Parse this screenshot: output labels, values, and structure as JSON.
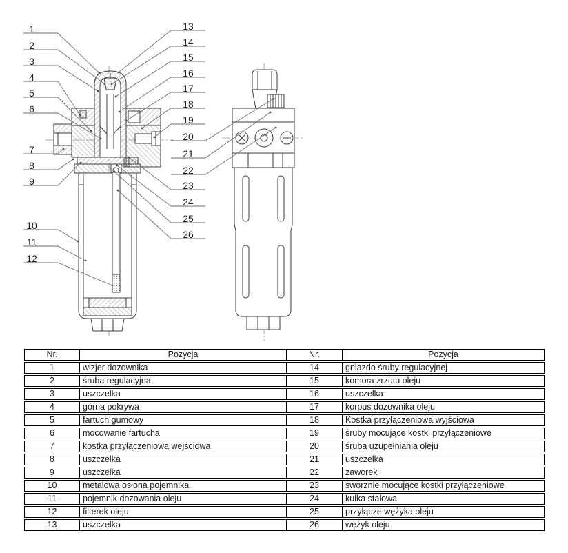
{
  "diagram": {
    "callouts": [
      "1",
      "2",
      "3",
      "4",
      "5",
      "6",
      "7",
      "8",
      "9",
      "10",
      "11",
      "12",
      "13",
      "14",
      "15",
      "16",
      "17",
      "18",
      "19",
      "20",
      "21",
      "22",
      "23",
      "24",
      "25",
      "26"
    ]
  },
  "parts_table": {
    "header_nr": "Nr.",
    "header_pozycja": "Pozycja",
    "rows": [
      {
        "nr_left": "1",
        "label_left": "wizjer dozownika",
        "nr_right": "14",
        "label_right": "gniazdo śruby regulacyjnej"
      },
      {
        "nr_left": "2",
        "label_left": "śruba regulacyjna",
        "nr_right": "15",
        "label_right": "komora zrzutu oleju"
      },
      {
        "nr_left": "3",
        "label_left": "uszczelka",
        "nr_right": "16",
        "label_right": "uszczelka"
      },
      {
        "nr_left": "4",
        "label_left": "górna pokrywa",
        "nr_right": "17",
        "label_right": "korpus dozownika oleju"
      },
      {
        "nr_left": "5",
        "label_left": "fartuch gumowy",
        "nr_right": "18",
        "label_right": "Kostka przyłączeniowa wyjściowa"
      },
      {
        "nr_left": "6",
        "label_left": "mocowanie fartucha",
        "nr_right": "19",
        "label_right": "śruby mocujące kostki przyłączeniowe"
      },
      {
        "nr_left": "7",
        "label_left": "kostka przyłączeniowa wejściowa",
        "nr_right": "20",
        "label_right": "śruba uzupełniania oleju"
      },
      {
        "nr_left": "8",
        "label_left": "uszczelka",
        "nr_right": "21",
        "label_right": "uszczelka"
      },
      {
        "nr_left": "9",
        "label_left": "uszczelka",
        "nr_right": "22",
        "label_right": "zaworek"
      },
      {
        "nr_left": "10",
        "label_left": "metalowa osłona pojemnika",
        "nr_right": "23",
        "label_right": "sworznie mocujące kostki przyłączeniowe"
      },
      {
        "nr_left": "11",
        "label_left": "pojemnik dozowania oleju",
        "nr_right": "24",
        "label_right": "kulka stalowa"
      },
      {
        "nr_left": "12",
        "label_left": "filterek oleju",
        "nr_right": "25",
        "label_right": "przyłącze wężyka oleju"
      },
      {
        "nr_left": "13",
        "label_left": "uszczelka",
        "nr_right": "26",
        "label_right": "wężyk oleju"
      }
    ]
  }
}
